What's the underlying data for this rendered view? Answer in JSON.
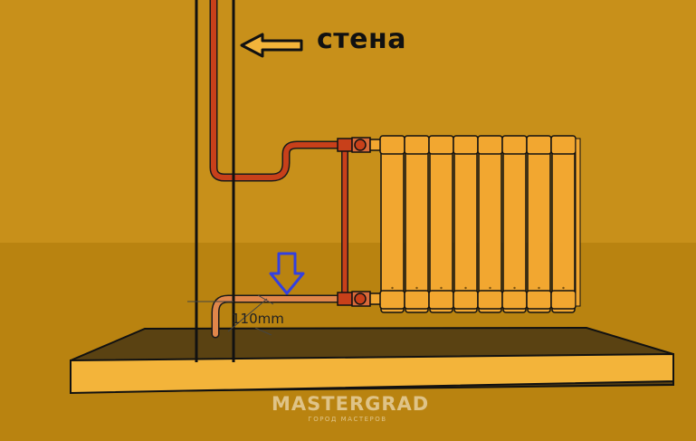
{
  "labels": {
    "wall": "стена",
    "dimension": "110mm"
  },
  "watermark": {
    "brand": "MASTERGRAD",
    "tagline": "ГОРОД МАСТЕРОВ"
  },
  "radiator": {
    "section_count": 8
  },
  "colors": {
    "wall_top": "#c8901a",
    "wall_bottom": "#b98310",
    "pipe": "#c8401a",
    "radiator": "#f2a730",
    "floor": "#f3b43a",
    "marker_arrow": "#3340e0"
  }
}
